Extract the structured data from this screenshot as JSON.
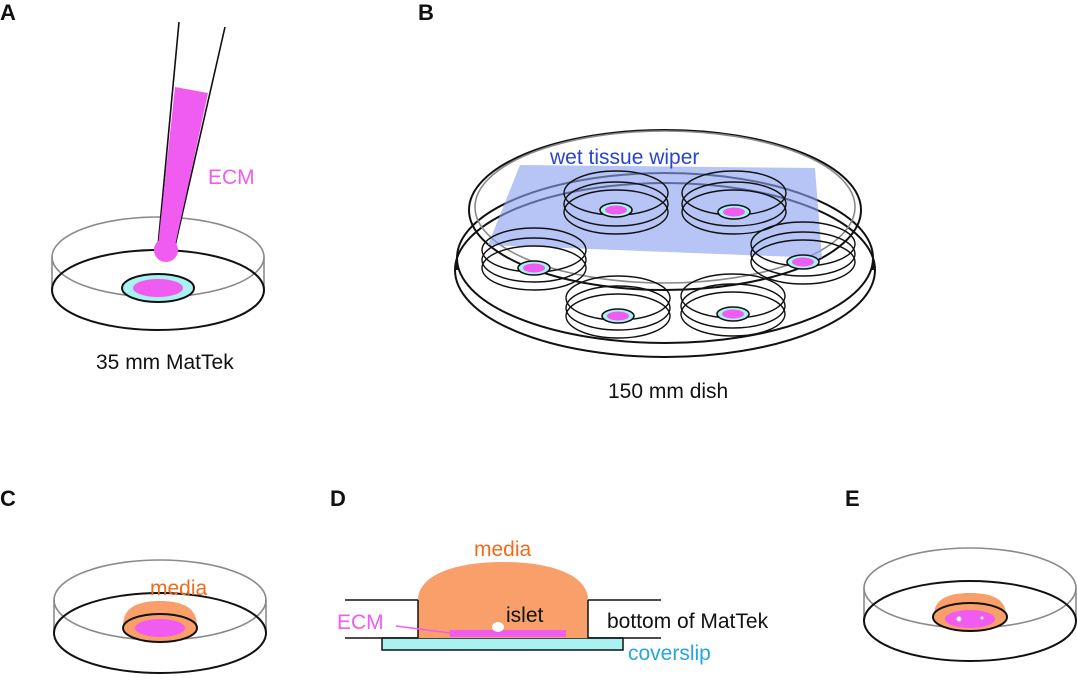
{
  "panels": {
    "a": {
      "letter": "A",
      "ecm_label": "ECM",
      "caption": "35 mm MatTek"
    },
    "b": {
      "letter": "B",
      "wiper_label": "wet tissue wiper",
      "caption": "150 mm dish"
    },
    "c": {
      "letter": "C",
      "media_label": "media"
    },
    "d": {
      "letter": "D",
      "media_label": "media",
      "ecm_label": "ECM",
      "islet_label": "islet",
      "bottom_label": "bottom of MatTek",
      "coverslip_label": "coverslip"
    },
    "e": {
      "letter": "E"
    }
  },
  "colors": {
    "ecm": "#f05cf0",
    "media": "#f9a06a",
    "media_text": "#f26a1b",
    "coverslip": "#a9f2f2",
    "coverslip_text": "#26a6e0",
    "wiper": "#8aa2f0",
    "wiper_text": "#2a44d0"
  }
}
